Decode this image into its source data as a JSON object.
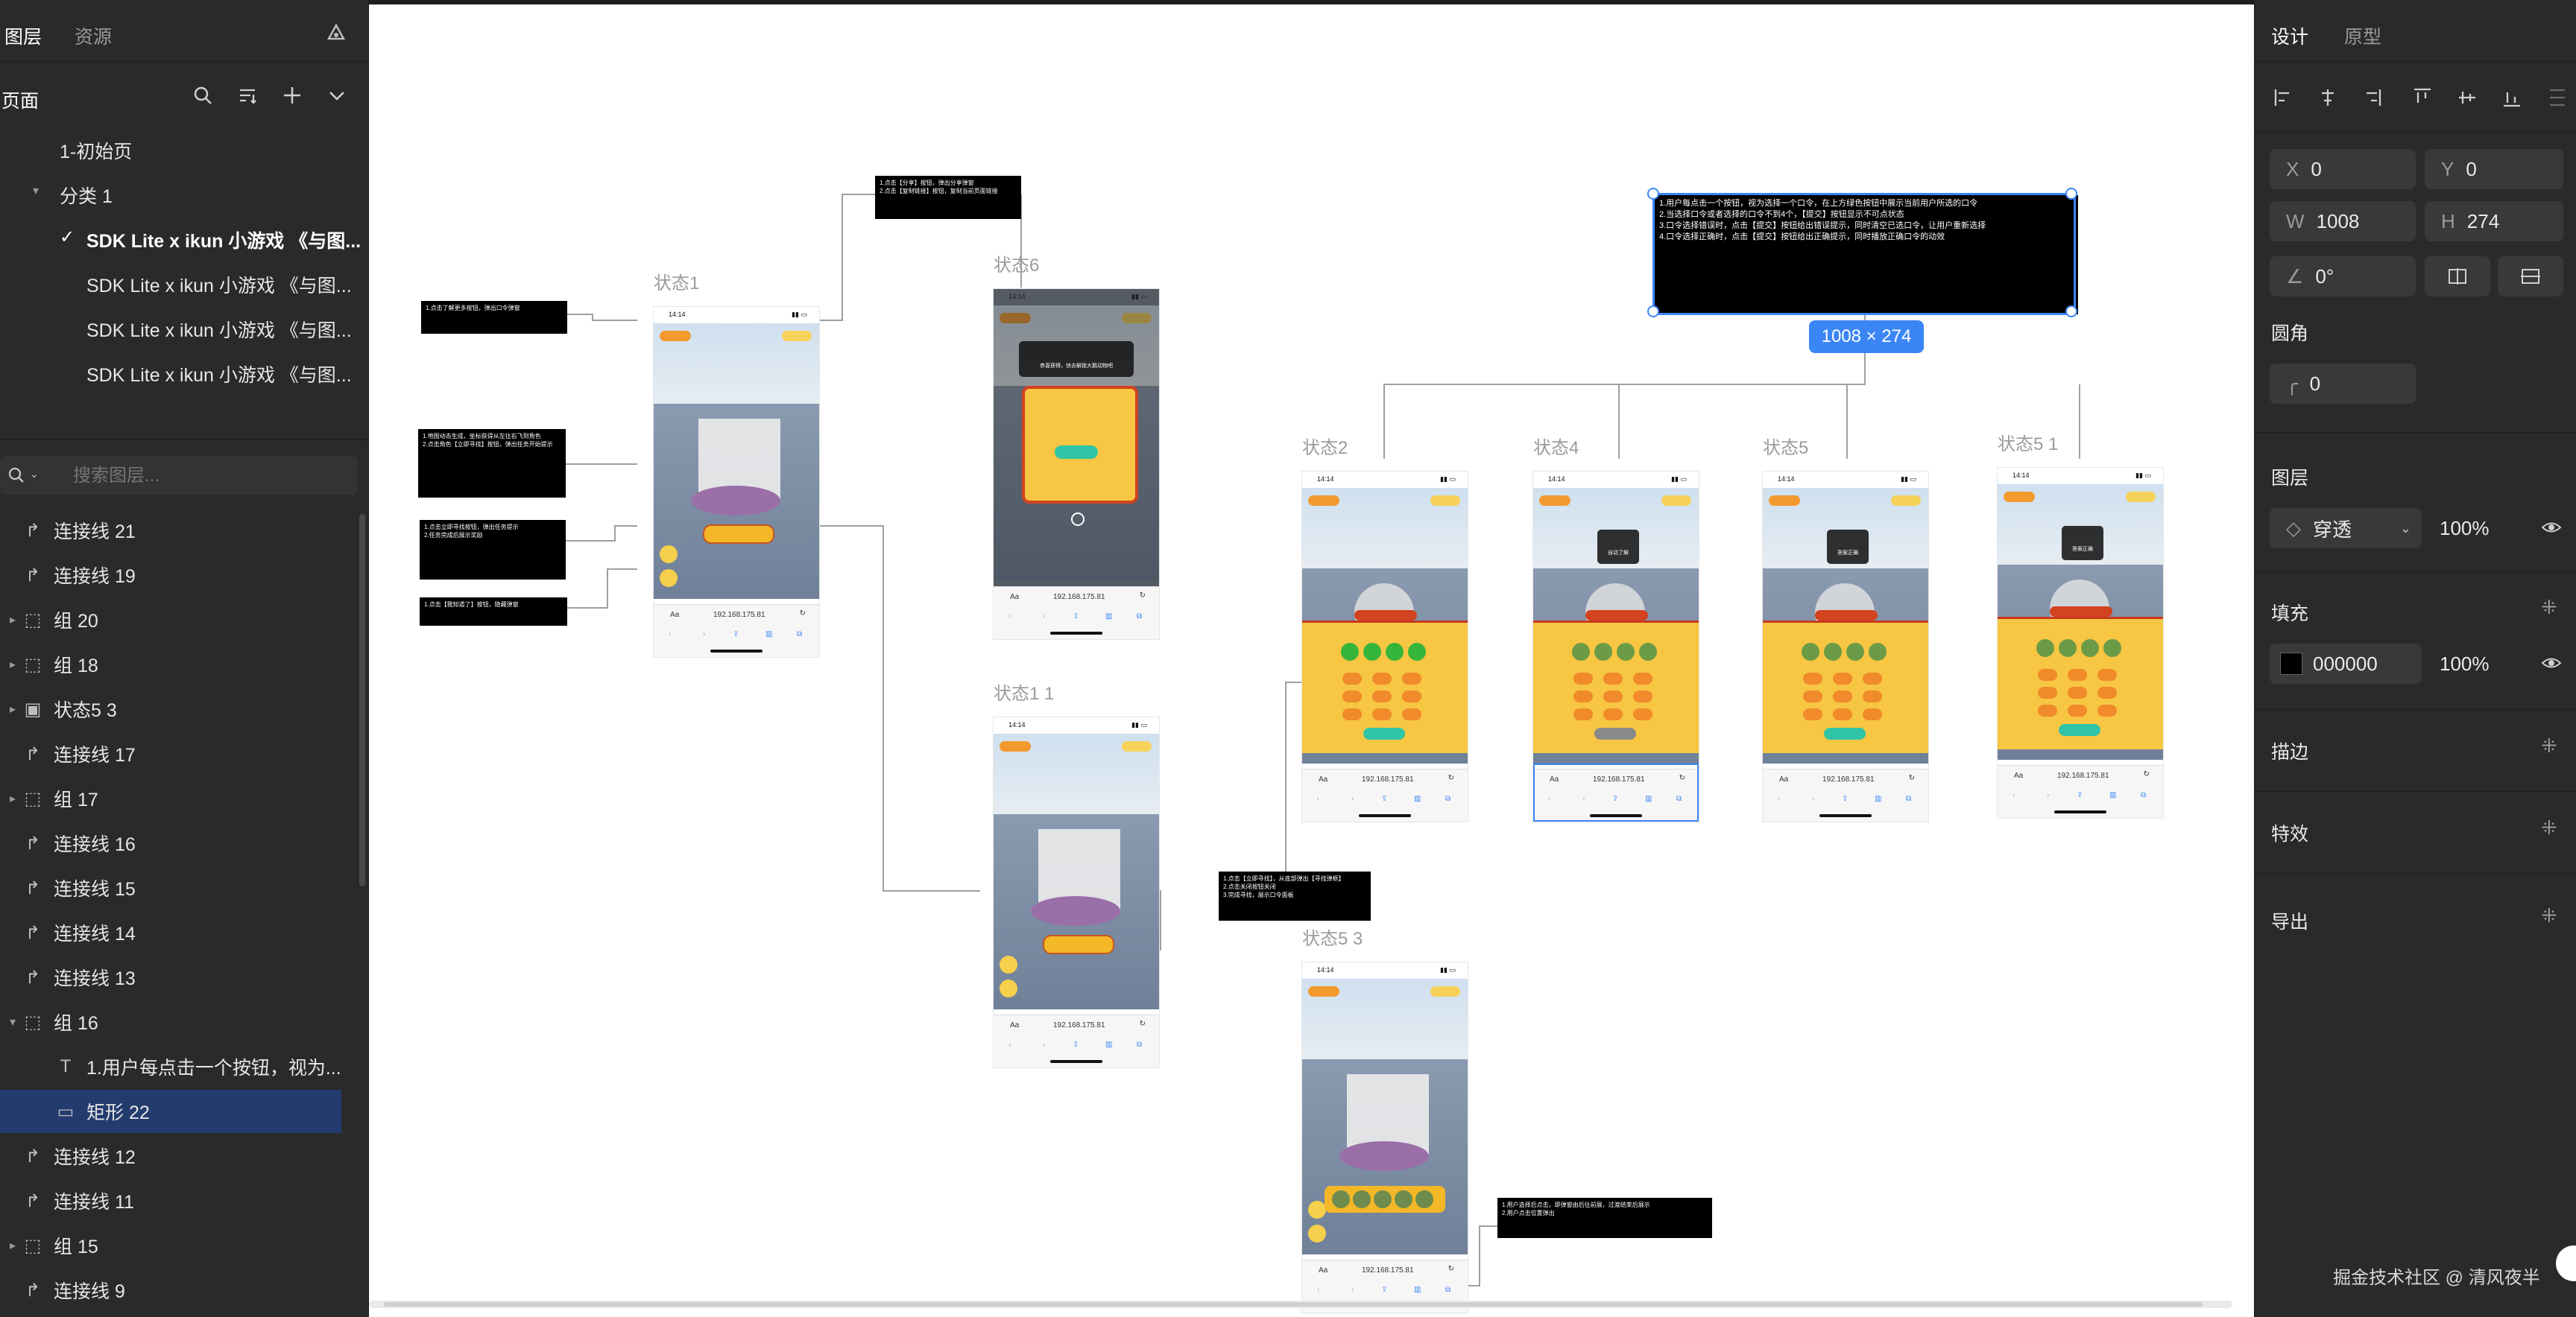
{
  "left_panel": {
    "tabs": [
      "图层",
      "资源"
    ],
    "pages_title": "页面",
    "pages": [
      {
        "label": "1-初始页",
        "indent": 1
      },
      {
        "label": "分类 1",
        "indent": 1
      },
      {
        "label": "SDK Lite x ikun 小游戏 《与图...",
        "indent": 2,
        "checked": true
      },
      {
        "label": "SDK Lite x ikun 小游戏 《与图...",
        "indent": 2
      },
      {
        "label": "SDK Lite x ikun 小游戏 《与图...",
        "indent": 2
      },
      {
        "label": "SDK Lite x ikun 小游戏 《与图...",
        "indent": 2
      }
    ],
    "search_placeholder": "搜索图层...",
    "layers": [
      {
        "label": "连接线 21",
        "icon": "connector-icon"
      },
      {
        "label": "连接线 19",
        "icon": "connector-icon"
      },
      {
        "label": "组 20",
        "icon": "group-icon",
        "caret": true
      },
      {
        "label": "组 18",
        "icon": "group-icon",
        "caret": true
      },
      {
        "label": "状态5 3",
        "icon": "frame-icon",
        "caret": true
      },
      {
        "label": "连接线 17",
        "icon": "connector-icon"
      },
      {
        "label": "组 17",
        "icon": "group-icon",
        "caret": true
      },
      {
        "label": "连接线 16",
        "icon": "connector-icon"
      },
      {
        "label": "连接线 15",
        "icon": "connector-icon"
      },
      {
        "label": "连接线 14",
        "icon": "connector-icon"
      },
      {
        "label": "连接线 13",
        "icon": "connector-icon"
      },
      {
        "label": "组 16",
        "icon": "group-icon",
        "caret": true,
        "open": true
      },
      {
        "label": "1.用户每点击一个按钮，视为...",
        "icon": "text-icon",
        "child": true
      },
      {
        "label": "矩形 22",
        "icon": "rect-icon",
        "child": true,
        "selected": true
      },
      {
        "label": "连接线 12",
        "icon": "connector-icon"
      },
      {
        "label": "连接线 11",
        "icon": "connector-icon"
      },
      {
        "label": "组 15",
        "icon": "group-icon",
        "caret": true
      },
      {
        "label": "连接线 9",
        "icon": "connector-icon"
      }
    ]
  },
  "right_panel": {
    "tabs": [
      "设计",
      "原型"
    ],
    "x_label": "X",
    "x": "0",
    "y_label": "Y",
    "y": "0",
    "w_label": "W",
    "w": "1008",
    "h_label": "H",
    "h": "274",
    "rotation": "0°",
    "radius_title": "圆角",
    "radius": "0",
    "layer_title": "图层",
    "blend": "穿透",
    "layer_opacity": "100%",
    "fill_title": "填充",
    "fill_hex": "000000",
    "fill_opacity": "100%",
    "fill_color": "#000000",
    "stroke_title": "描边",
    "effects_title": "特效",
    "export_title": "导出"
  },
  "canvas": {
    "frames": [
      "状态1",
      "状态6",
      "状态1 1",
      "状态2",
      "状态4",
      "状态5",
      "状态5 1",
      "状态5 3"
    ],
    "selection_size": "1008 × 274",
    "url": "192.168.175.81",
    "time": "14:14",
    "aa": "Aa",
    "toasts": [
      "自动了解",
      "答案正确",
      "答案正确"
    ],
    "state6_popup": "恭喜获得，快去解锁大鹅动物吧",
    "note_selected": "1.用户每点击一个按钮，视为选择一个口令，在上方绿色按钮中展示当前用户所选的口令\n2.当选择口令或者选择的口令不到4个，【提交】按钮显示不可点状态\n3.口令选择错误时，点击【提交】按钮给出错误提示，同时清空已选口令，让用户重新选择\n4.口令选择正确时，点击【提交】按钮给出正确提示，同时播放正确口令的动效",
    "notes_small": [
      "1.点击了解更多按钮，弹出口令弹窗",
      "1.地图动态生成，坐标获得从左往右飞到角色\n2.点击角色【立即寻找】按钮，弹出任务开始提示",
      "1.点击立即寻找按钮，弹出任务提示\n2.任务完成后展示奖励",
      "1.点击【我知道了】按钮，隐藏弹窗",
      "1.点击【立即寻找】，从底部弹出【寻找弹框】\n2.点击关闭按钮关闭\n3.完成寻找，展示口令面板",
      "1.用户选择后点击，即弹窗由后往前展，过渡结束后展示\n2.用户点击位置弹出",
      "1.点击【分享】按钮，弹出分享弹窗\n2.点击【复制链接】按钮，复制当前页面链接"
    ]
  },
  "watermark": "掘金技术社区 @ 清风夜半"
}
